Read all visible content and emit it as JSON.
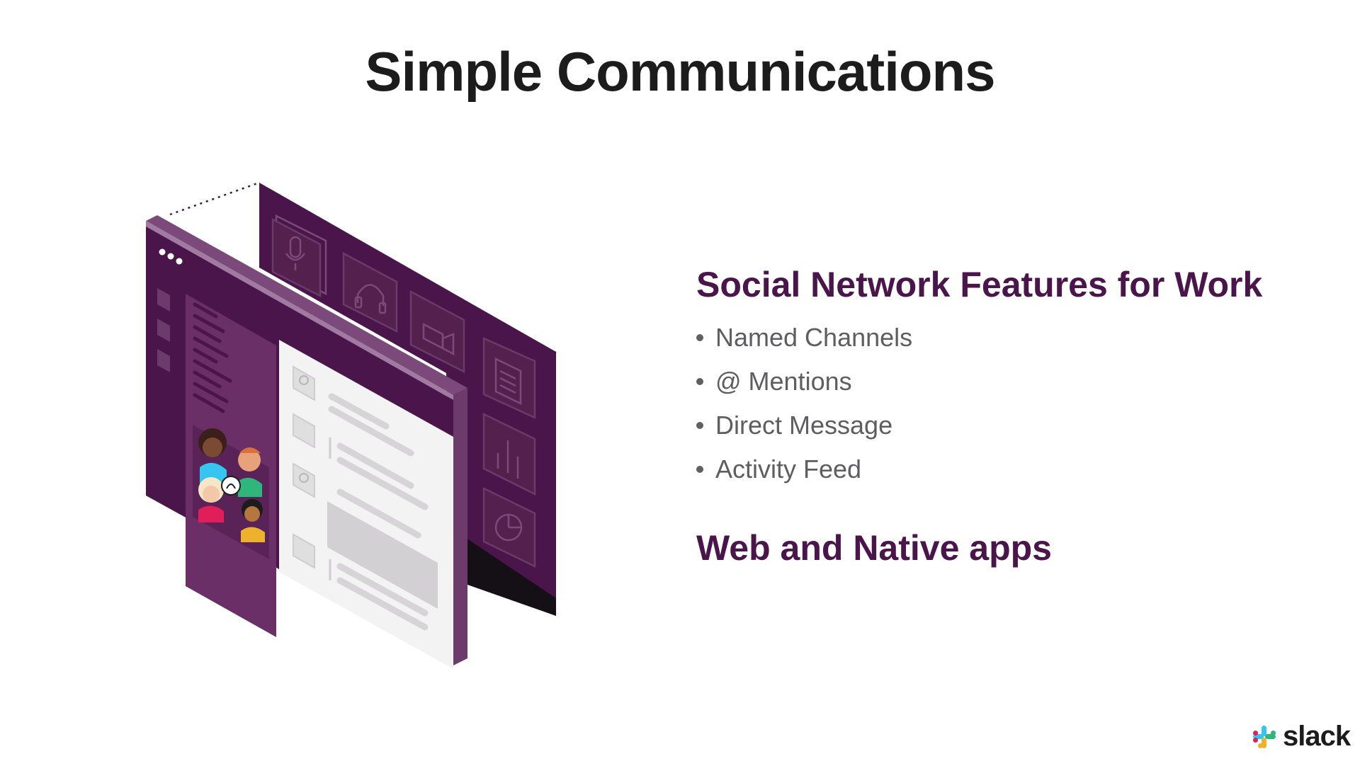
{
  "slide": {
    "title": "Simple Communications"
  },
  "content": {
    "heading_1": "Social Network Features for Work",
    "bullets": [
      "Named Channels",
      "@ Mentions",
      "Direct Message",
      "Activity Feed"
    ],
    "heading_2": "Web and Native apps"
  },
  "brand": {
    "name": "slack"
  },
  "illustration": {
    "icons": [
      "microphone-icon",
      "headphones-icon",
      "video-camera-icon",
      "document-icon",
      "bar-chart-icon",
      "pie-chart-icon"
    ]
  },
  "colors": {
    "aubergine": "#4a154b",
    "aubergine_dark": "#3f1a3e",
    "aubergine_light": "#7b4a7b",
    "text_dark": "#1d1c1d",
    "text_gray": "#5e5d60",
    "slack_blue": "#36c5f0",
    "slack_green": "#2eb67d",
    "slack_yellow": "#ecb22e",
    "slack_red": "#e01e5a"
  }
}
